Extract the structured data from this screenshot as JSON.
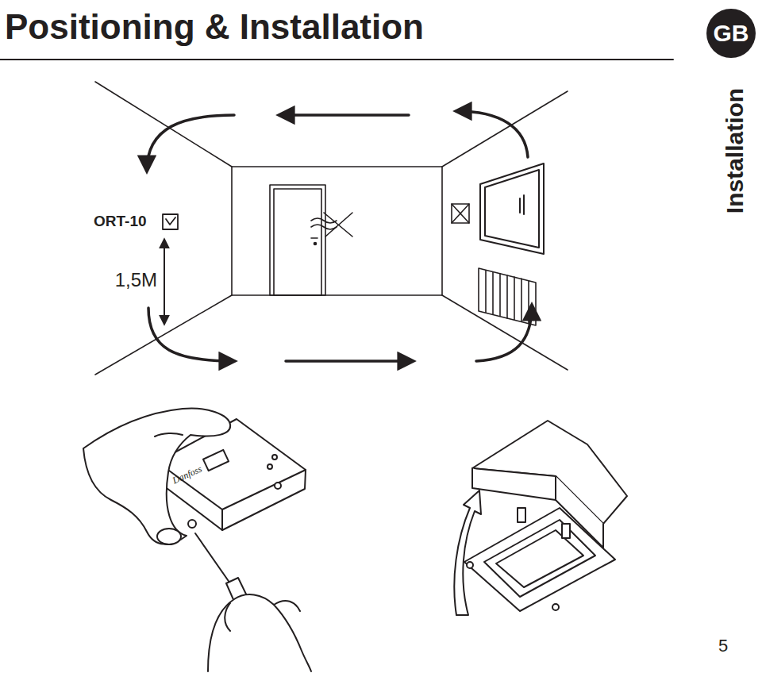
{
  "diagram": {
    "title": "Positioning & Installation",
    "nodes": [
      {
        "text": [
          "GB"
        ]
      }
    ],
    "labels": [
      "Installation",
      "ORT-10",
      "1,5M",
      "Danfoss",
      "5"
    ]
  }
}
